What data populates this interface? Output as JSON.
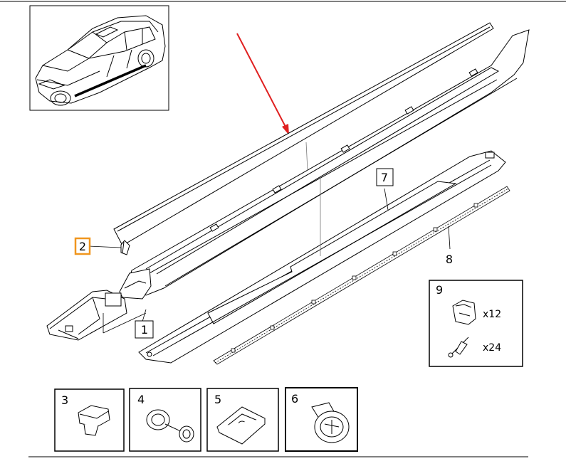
{
  "diagram": {
    "callouts": [
      {
        "id": "1",
        "label": "1"
      },
      {
        "id": "2",
        "label": "2",
        "highlighted": true
      },
      {
        "id": "7",
        "label": "7"
      },
      {
        "id": "8",
        "label": "8"
      }
    ],
    "kit_9": {
      "label": "9",
      "items": [
        {
          "qty": "x12"
        },
        {
          "qty": "x24"
        }
      ]
    },
    "parts": [
      {
        "label": "3"
      },
      {
        "label": "4"
      },
      {
        "label": "5"
      },
      {
        "label": "6"
      }
    ],
    "colors": {
      "highlight": "#f0961e",
      "arrow": "#e02020",
      "line": "#000000"
    }
  }
}
